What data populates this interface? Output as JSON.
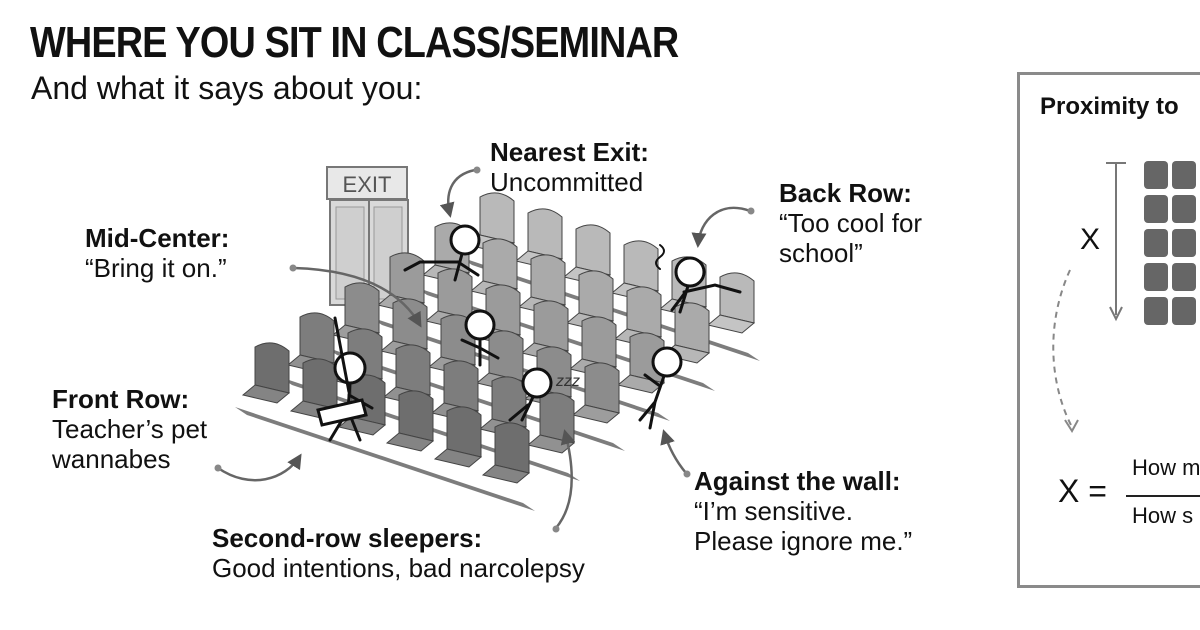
{
  "header": {
    "title": "WHERE YOU SIT IN CLASS/SEMINAR",
    "subtitle": "And what it says about you:"
  },
  "scene": {
    "exit_sign": "EXIT",
    "sleep_text": "zzz"
  },
  "callouts": {
    "nearest_exit": {
      "head": "Nearest Exit:",
      "body": "Uncommitted"
    },
    "back_row": {
      "head": "Back Row:",
      "line1": "“Too cool for",
      "line2": "school”"
    },
    "mid_center": {
      "head": "Mid-Center:",
      "body": "“Bring it on.”"
    },
    "front_row": {
      "head": "Front Row:",
      "line1": "Teacher’s pet",
      "line2": "wannabes"
    },
    "second_row": {
      "head": "Second-row sleepers:",
      "body": "Good intentions, bad narcolepsy"
    },
    "against_wall": {
      "head": "Against the wall:",
      "line1": "“I’m sensitive.",
      "line2": "Please ignore me.”"
    }
  },
  "sidebar": {
    "title": "Proximity to",
    "variable": "X",
    "equation_lhs": "X =",
    "numerator": "How m",
    "denominator": "How s"
  },
  "colors": {
    "seat_front": "#6e6e6e",
    "seat_back": "#b9b9b9",
    "floor": "#7d7d7d",
    "frame": "#8a8a8a"
  }
}
